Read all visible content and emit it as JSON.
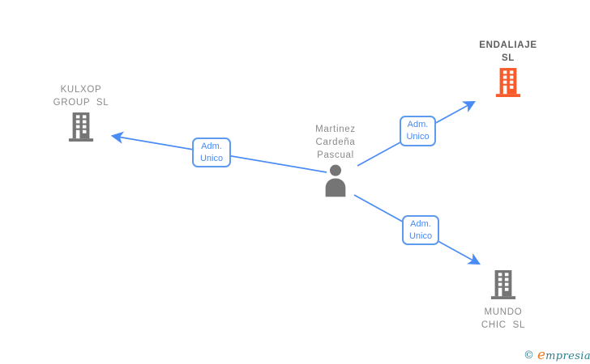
{
  "canvas": {
    "background": "#ffffff"
  },
  "colors": {
    "edge_blue": "#4a8cf5",
    "box_border_blue": "#5d9af0",
    "node_gray": "#757575",
    "focus_orange": "#f75b2b",
    "label_gray": "#8a8a8a",
    "focus_label_gray": "#5d5d5d",
    "logo_teal": "#2d7e8e",
    "logo_orange": "#ef7a1f"
  },
  "person": {
    "line1": "Martinez",
    "line2": "Cardeña",
    "line3": "Pascual"
  },
  "companies": {
    "kulxop": {
      "line1": "KULXOP",
      "line2": "GROUP SL"
    },
    "endaliaje": {
      "line1": "ENDALIAJE",
      "line2": "SL",
      "highlighted": "true"
    },
    "mundo": {
      "line1": "MUNDO",
      "line2": "CHIC SL"
    }
  },
  "edges": {
    "to_kulxop": {
      "line1": "Adm.",
      "line2": "Unico"
    },
    "to_endaliaje": {
      "line1": "Adm.",
      "line2": "Unico"
    },
    "to_mundo": {
      "line1": "Adm.",
      "line2": "Unico"
    }
  },
  "footer": {
    "copyright": "©",
    "brand_initial": "e",
    "brand_rest": "mpresia"
  }
}
